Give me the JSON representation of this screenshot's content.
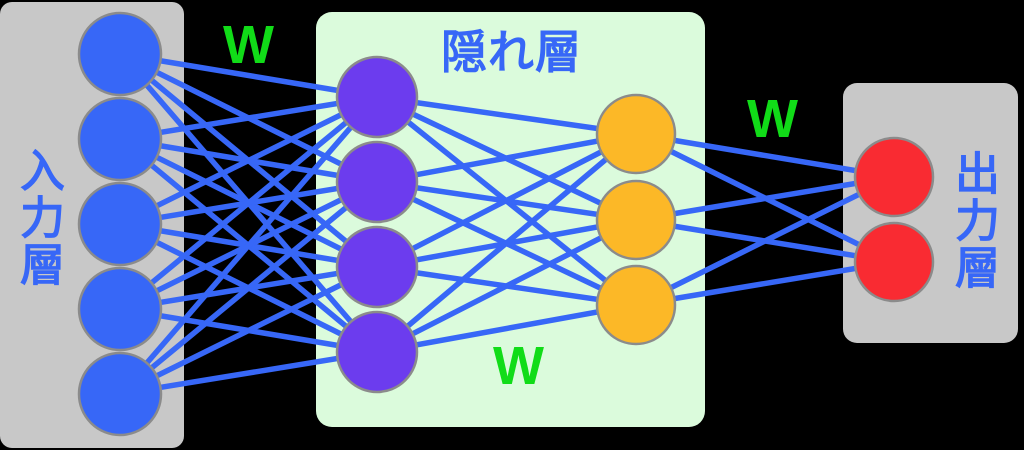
{
  "diagram": {
    "background_color": "#000000",
    "connection_color": "#3767f7",
    "node_border_color": "#8b8b8b",
    "label_color": "#3767f7",
    "weight_label_color": "#11dc18",
    "layers": [
      {
        "name": "input",
        "label": "入力層",
        "box_color": "#c8c8c8",
        "node_color": "#3767f7",
        "node_count": 5
      },
      {
        "name": "hidden",
        "label": "隠れ層",
        "box_color": "#dbfbdc",
        "node_groups": [
          {
            "node_color": "#6c3cee",
            "node_count": 4
          },
          {
            "node_color": "#fcb827",
            "node_count": 3
          }
        ]
      },
      {
        "name": "output",
        "label": "出力層",
        "box_color": "#c8c8c8",
        "node_color": "#f92b32",
        "node_count": 2
      }
    ],
    "weight_labels": [
      {
        "text": "W"
      },
      {
        "text": "W"
      },
      {
        "text": "W"
      }
    ]
  }
}
